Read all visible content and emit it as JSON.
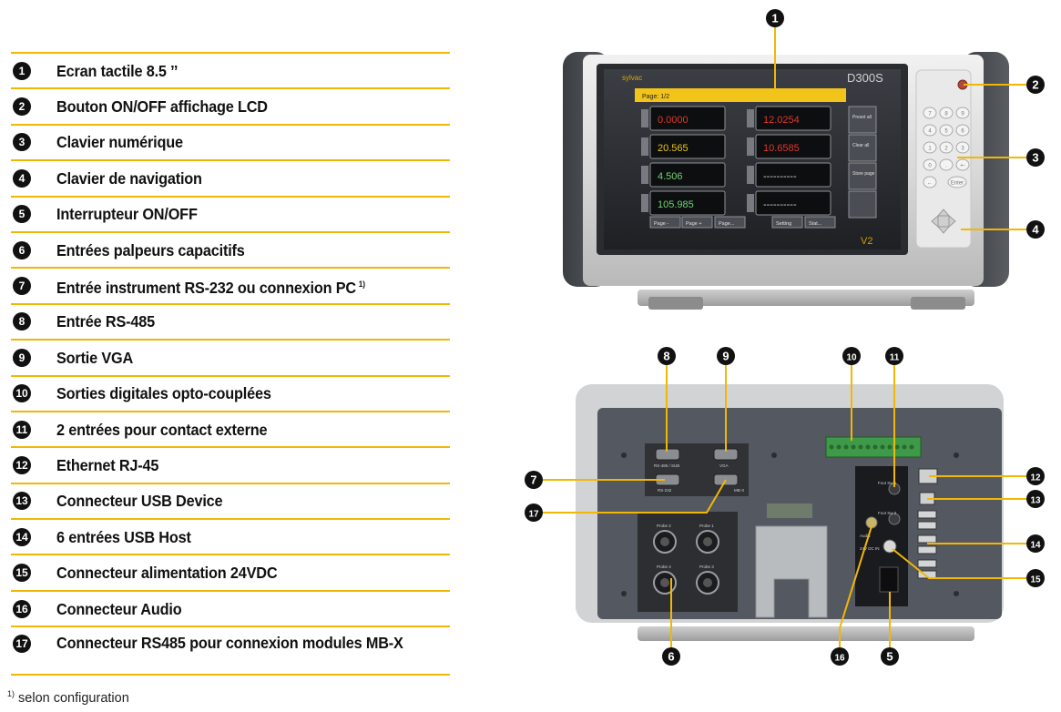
{
  "legend": [
    {
      "num": "1",
      "label": "Ecran tactile 8.5 ’’"
    },
    {
      "num": "2",
      "label": "Bouton ON/OFF affichage LCD"
    },
    {
      "num": "3",
      "label": "Clavier numérique"
    },
    {
      "num": "4",
      "label": "Clavier de navigation"
    },
    {
      "num": "5",
      "label": "Interrupteur ON/OFF"
    },
    {
      "num": "6",
      "label": "Entrées palpeurs capacitifs"
    },
    {
      "num": "7",
      "label": "Entrée instrument RS-232 ou connexion PC",
      "sup": "1)"
    },
    {
      "num": "8",
      "label": "Entrée RS-485"
    },
    {
      "num": "9",
      "label": "Sortie VGA"
    },
    {
      "num": "10",
      "label": "Sorties digitales opto-couplées"
    },
    {
      "num": "11",
      "label": "2 entrées pour contact externe"
    },
    {
      "num": "12",
      "label": "Ethernet RJ-45"
    },
    {
      "num": "13",
      "label": "Connecteur USB Device"
    },
    {
      "num": "14",
      "label": "6 entrées USB Host"
    },
    {
      "num": "15",
      "label": "Connecteur alimentation 24VDC"
    },
    {
      "num": "16",
      "label": "Connecteur Audio"
    },
    {
      "num": "17",
      "label": "Connecteur RS485 pour connexion modules MB-X"
    }
  ],
  "footnote": {
    "mark": "1)",
    "text": "selon configuration"
  },
  "front": {
    "brand": "sylvac",
    "model": "D300S",
    "version": "V2",
    "page_label": "Page: 1/2",
    "readings": [
      "0.0000",
      "12.0254",
      "20.565",
      "10.6585",
      "4.506",
      "----------",
      "105.985",
      "----------"
    ],
    "side_buttons": [
      "Preset all",
      "Clear all",
      "Store page",
      ""
    ],
    "bottom_tabs": [
      "Page -",
      "Page +",
      "Page...",
      "Setting",
      "Stat..."
    ],
    "keypad": [
      "7",
      "8",
      "9",
      "4",
      "5",
      "6",
      "1",
      "2",
      "3",
      "0",
      ".",
      "+-",
      "←",
      "Enter"
    ]
  },
  "rear": {
    "port_labels": [
      "RS-485 / SUB",
      "VGA",
      "RS-232",
      "MB-X"
    ],
    "probe_labels": [
      "Probe 2",
      "Probe 1",
      "Probe 4",
      "Probe 3"
    ],
    "side_labels": [
      "Foot Sw 1",
      "Foot Sw 2",
      "Audio",
      "24V DC IN"
    ]
  },
  "colors": {
    "accent": "#f2b705",
    "marker": "#111111",
    "screen": "#1b1d21"
  }
}
